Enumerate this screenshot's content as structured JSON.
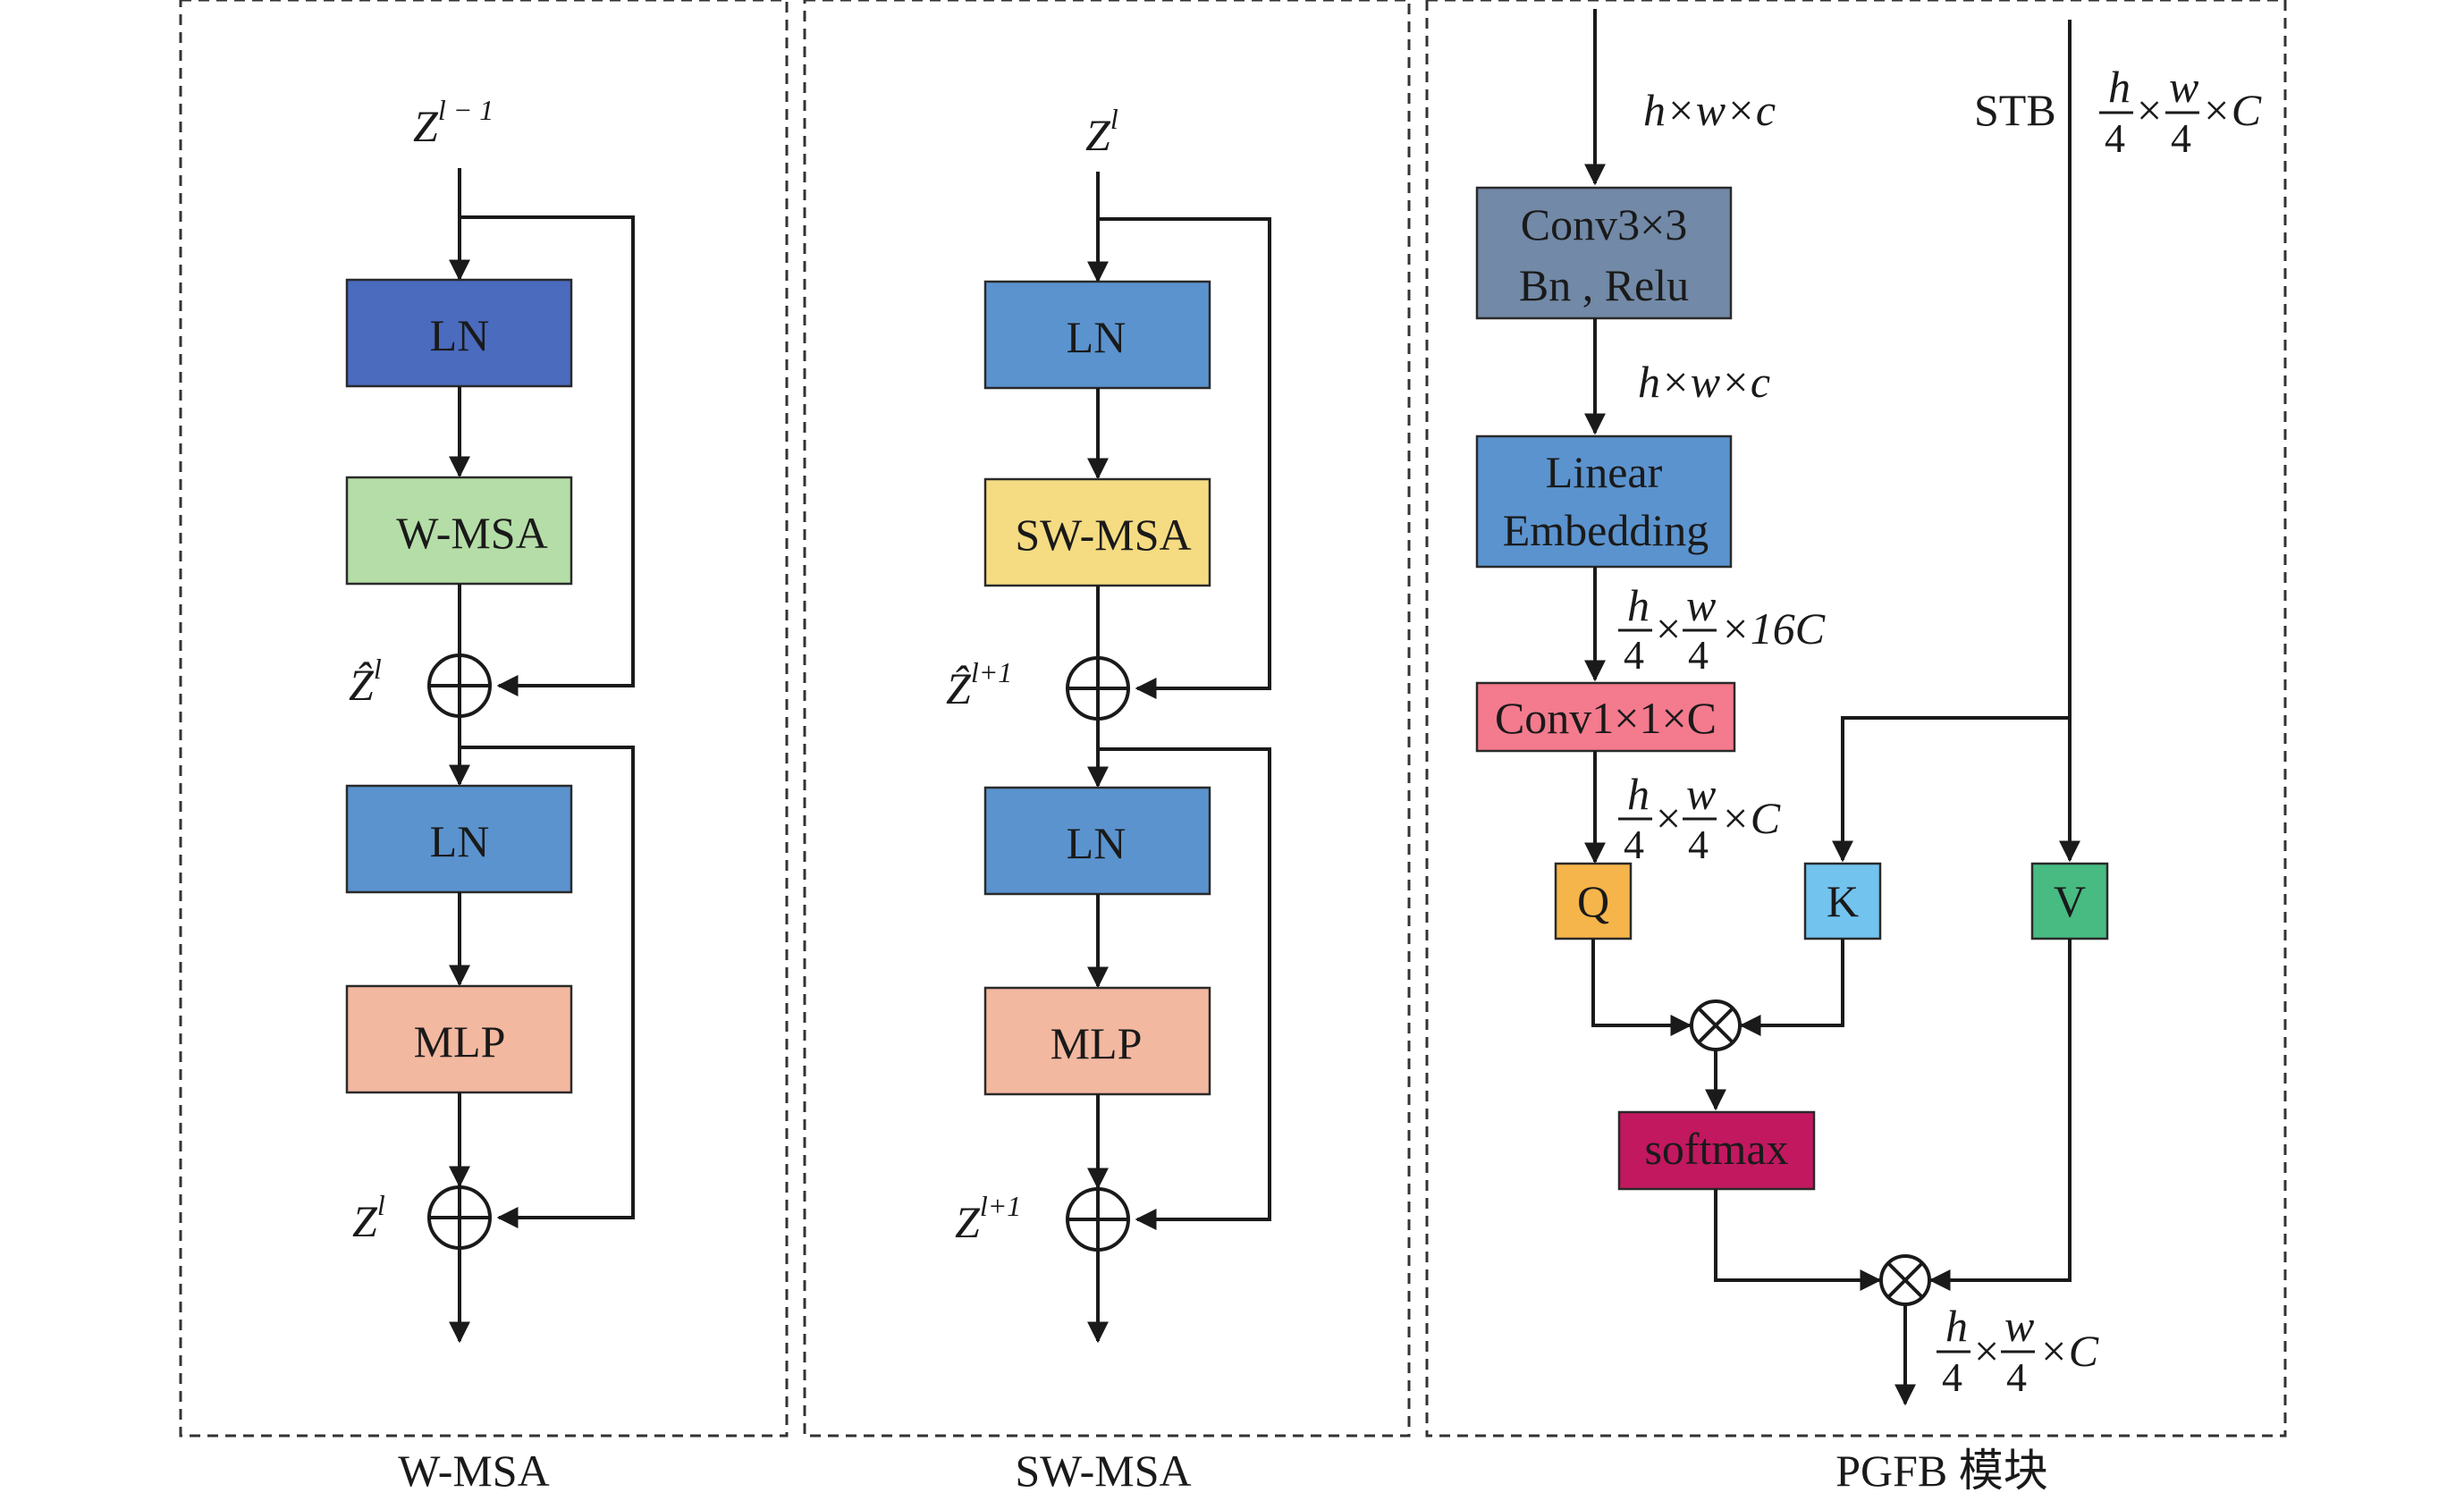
{
  "panels": {
    "wmsa": {
      "caption": "W-MSA",
      "input_label": "Z",
      "input_sup": "l − 1",
      "ln1": "LN",
      "attn": "W-MSA",
      "mid_label": "Ẑ",
      "mid_sup": "l",
      "ln2": "LN",
      "mlp": "MLP",
      "out_label": "Z",
      "out_sup": "l"
    },
    "swmsa": {
      "caption": "SW-MSA",
      "input_label": "Z",
      "input_sup": "l",
      "ln1": "LN",
      "attn": "SW-MSA",
      "mid_label": "Ẑ",
      "mid_sup": "l+1",
      "ln2": "LN",
      "mlp": "MLP",
      "out_label": "Z",
      "out_sup": "l+1"
    },
    "pgfb": {
      "caption": "PGFB 模块",
      "conv3_line1": "Conv3×3",
      "conv3_line2": "Bn , Relu",
      "linear_line1": "Linear",
      "linear_line2": "Embedding",
      "conv1": "Conv1×1×C",
      "q": "Q",
      "k": "K",
      "v": "V",
      "softmax": "softmax",
      "stb": "STB",
      "dim_in": "h×w×c",
      "dim_mid": "h×w×c",
      "frac_num_h": "h",
      "frac_num_w": "w",
      "frac_den": "4",
      "times": "×",
      "suffix_16c": "×16C",
      "suffix_c": "×C"
    }
  },
  "colors": {
    "ln_dark": "#4A6BBE",
    "ln_light": "#5B93CE",
    "wmsa_green": "#B5DDA7",
    "swmsa_yellow": "#F5DC82",
    "mlp_salmon": "#F3B8A0",
    "conv3_slate": "#7289A7",
    "linear_blue": "#5B93CE",
    "conv1_pink": "#F47A8D",
    "q_orange": "#F6B54A",
    "k_sky": "#72C3EE",
    "v_green": "#47BB81",
    "softmax_magenta": "#C2185F"
  }
}
